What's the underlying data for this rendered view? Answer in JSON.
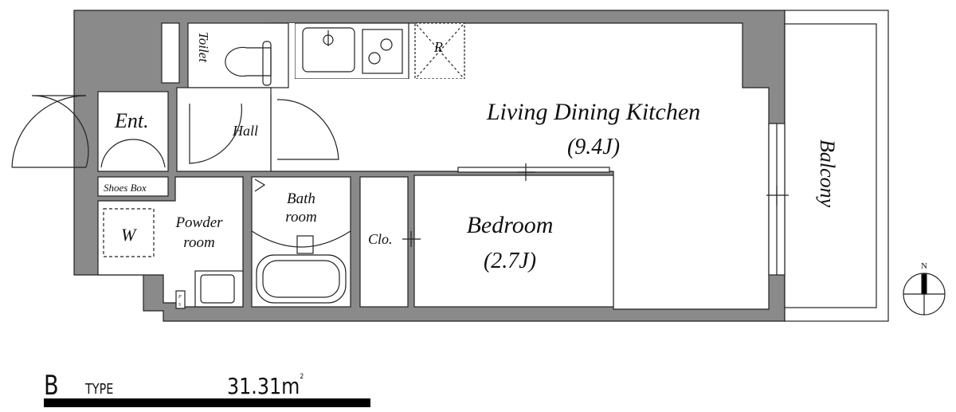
{
  "plan": {
    "rooms": {
      "entrance": "Ent.",
      "toilet": "Toilet",
      "hall": "Hall",
      "shoes_box": "Shoes Box",
      "washer": "W",
      "powder_room_1": "Powder",
      "powder_room_2": "room",
      "bath_1": "Bath",
      "bath_2": "room",
      "closet": "Clo.",
      "ldk": "Living Dining Kitchen",
      "ldk_size": "(9.4J)",
      "bedroom": "Bedroom",
      "bedroom_size": "(2.7J)",
      "balcony": "Balcony",
      "fridge": "R",
      "ps_1": "P",
      "ps_2": "S"
    },
    "compass": "N",
    "colors": {
      "wall": "#8a8a8a",
      "line": "#222222"
    }
  },
  "footer": {
    "type_letter": "B",
    "type_label": "TYPE",
    "area_value": "31.31m",
    "area_unit_sup": "2"
  }
}
